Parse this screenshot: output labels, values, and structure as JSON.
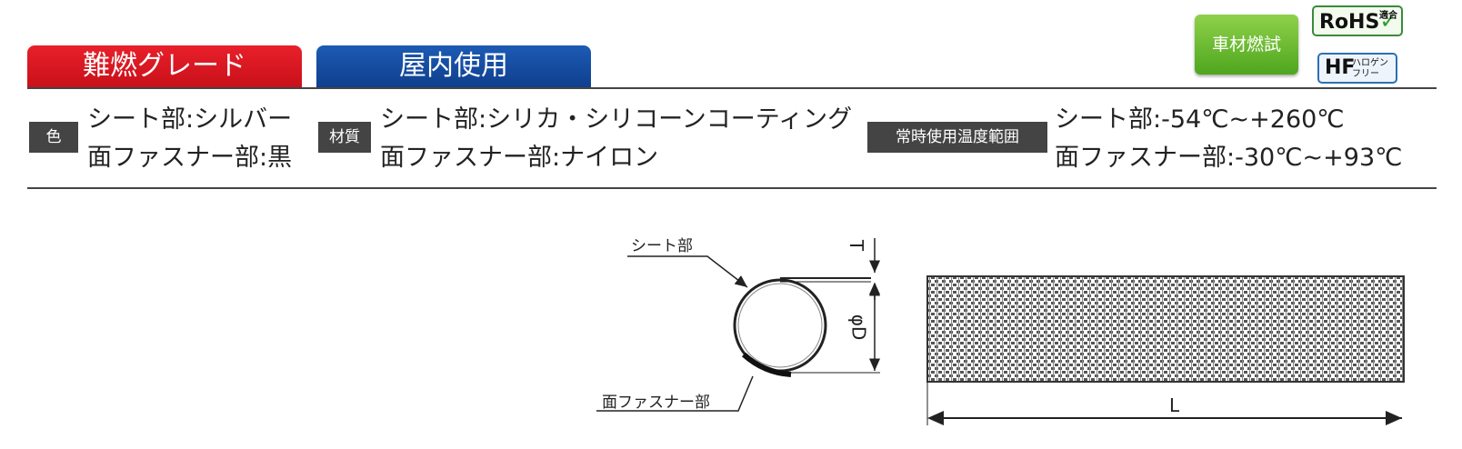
{
  "tabs": {
    "grade": "難燃グレード",
    "usage": "屋内使用"
  },
  "badges": {
    "vehicle": "車材燃試",
    "rohs": "RoHS",
    "rohs_small": "適合",
    "hf": "HF",
    "hf_small": "ハロゲン フリー"
  },
  "specs": {
    "color_label": "色",
    "color_sheet": "シート部:シルバー",
    "color_fastener": "面ファスナー部:黒",
    "material_label": "材質",
    "material_sheet": "シート部:シリカ・シリコーンコーティング",
    "material_fastener": "面ファスナー部:ナイロン",
    "temp_label": "常時使用温度範囲",
    "temp_sheet": "シート部:-54℃~+260℃",
    "temp_fastener": "面ファスナー部:-30℃~+93℃"
  },
  "diagram": {
    "sheet_label": "シート部",
    "fastener_label": "面ファスナー部",
    "dim_t": "T",
    "dim_d": "φD",
    "dim_l": "L"
  }
}
